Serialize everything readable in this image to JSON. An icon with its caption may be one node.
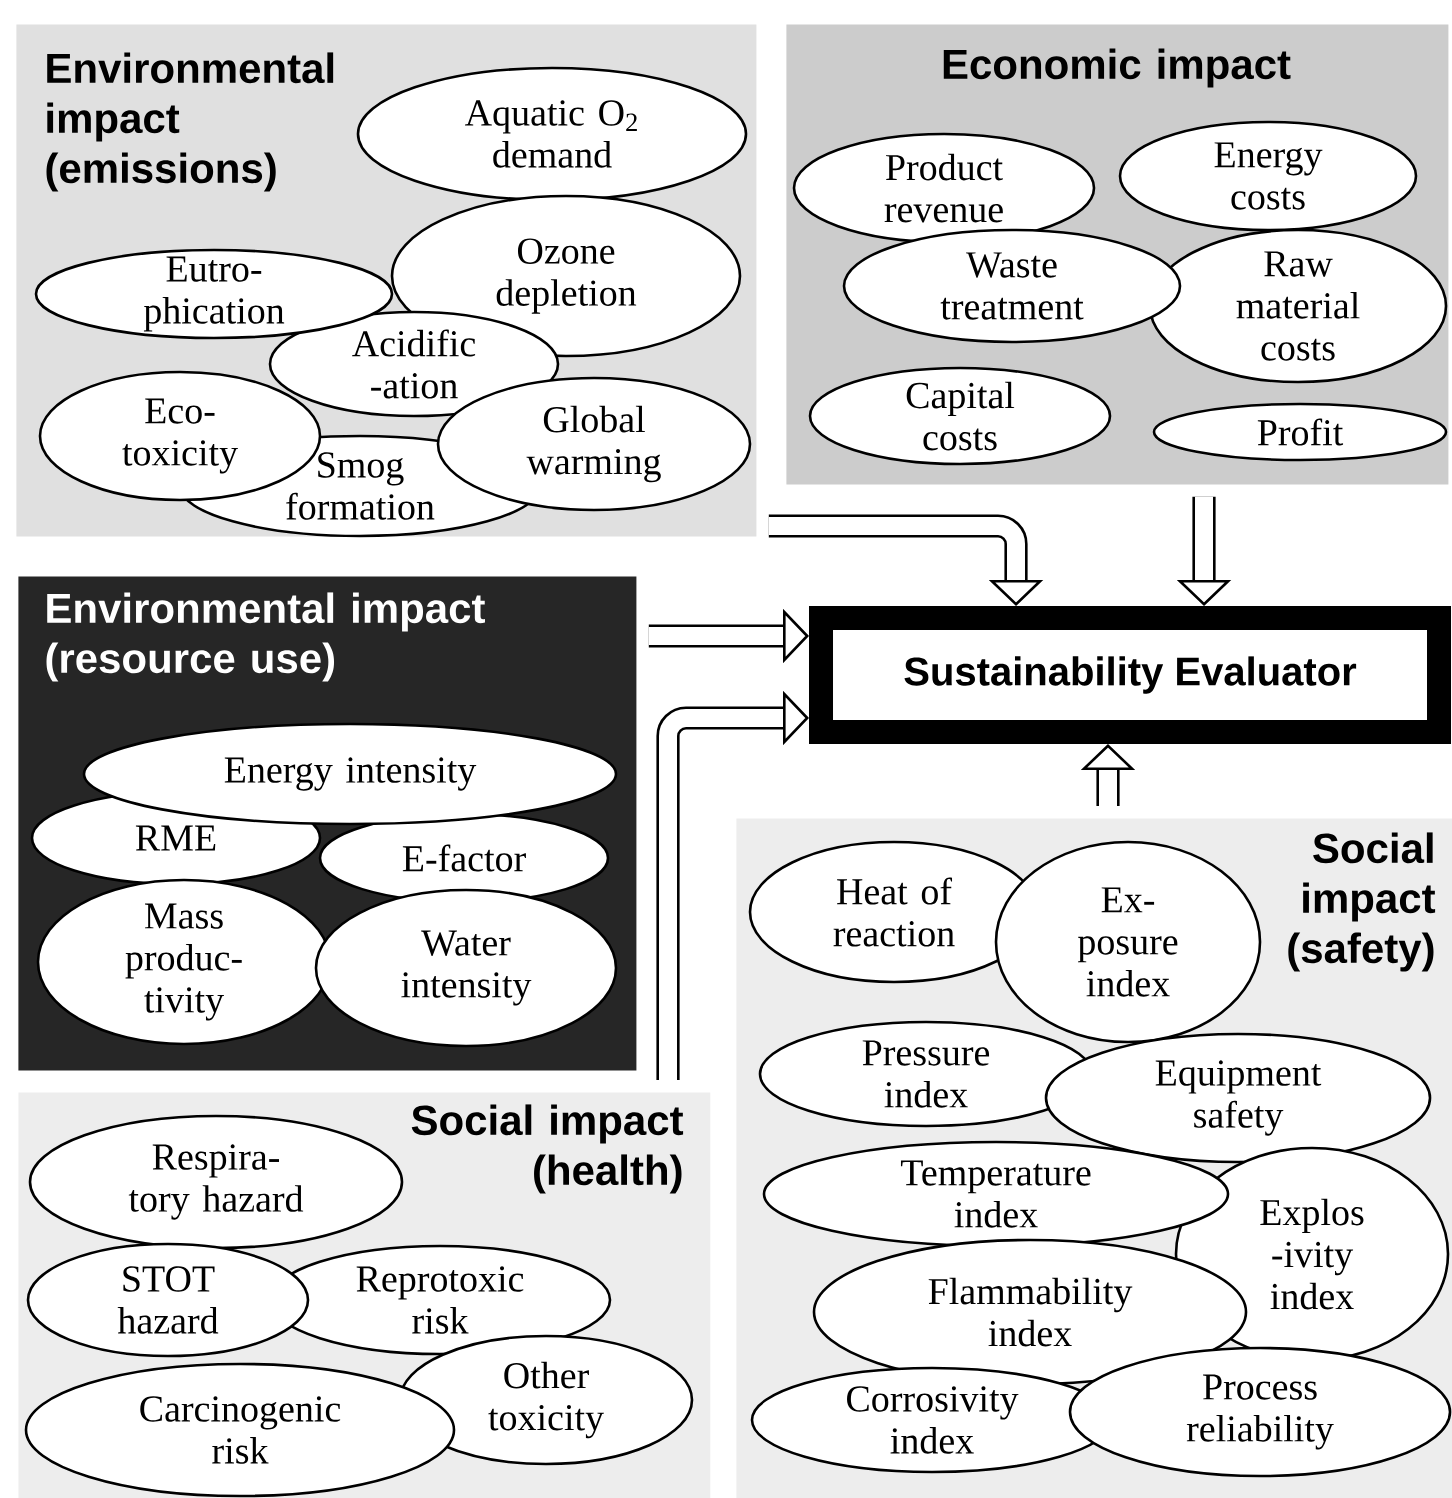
{
  "diagram": {
    "nodes": [
      {
        "text": [
          "Environmental impact (emissions)"
        ]
      },
      {
        "text": [
          "Aquatic O$_{2}$ demand"
        ],
        "in": 0
      },
      {
        "text": [
          "Eutro- phication"
        ],
        "in": 0
      },
      {
        "text": [
          "Ozone depletion"
        ],
        "in": 0
      },
      {
        "text": [
          "Acidific -ation"
        ],
        "in": 0
      },
      {
        "text": [
          "Eco- toxicity"
        ],
        "in": 0
      },
      {
        "text": [
          "Global warming"
        ],
        "in": 0
      },
      {
        "text": [
          "Smog formation"
        ],
        "in": 0
      },
      {
        "text": [
          "Economic impact"
        ]
      },
      {
        "text": [
          "Product revenue"
        ],
        "in": 8
      },
      {
        "text": [
          "Energy costs"
        ],
        "in": 8
      },
      {
        "text": [
          "Waste treatment"
        ],
        "in": 8
      },
      {
        "text": [
          "Raw material costs"
        ],
        "in": 8
      },
      {
        "text": [
          "Capital costs"
        ],
        "in": 8
      },
      {
        "text": [
          "Profit"
        ],
        "in": 8
      },
      {
        "text": [
          "Environmental impact (resource use)"
        ]
      },
      {
        "text": [
          "Energy intensity"
        ],
        "in": 15
      },
      {
        "text": [
          "RME"
        ],
        "in": 15
      },
      {
        "text": [
          "E-factor"
        ],
        "in": 15
      },
      {
        "text": [
          "Mass produc- tivity"
        ],
        "in": 15
      },
      {
        "text": [
          "Water intensity"
        ],
        "in": 15
      },
      {
        "text": [
          "Sustainability Evaluator"
        ]
      },
      {
        "text": [
          "Social impact (safety)"
        ]
      },
      {
        "text": [
          "Heat of reaction"
        ],
        "in": 22
      },
      {
        "text": [
          "Ex- posure index"
        ],
        "in": 22
      },
      {
        "text": [
          "Pressure index"
        ],
        "in": 22
      },
      {
        "text": [
          "Equipment safety"
        ],
        "in": 22
      },
      {
        "text": [
          "Temperature index"
        ],
        "in": 22
      },
      {
        "text": [
          "Explos -ivity index"
        ],
        "in": 22
      },
      {
        "text": [
          "Flammability index"
        ],
        "in": 22
      },
      {
        "text": [
          "Corrosivity index"
        ],
        "in": 22
      },
      {
        "text": [
          "Process reliability"
        ],
        "in": 22
      },
      {
        "text": [
          "Social impact (health)"
        ]
      },
      {
        "text": [
          "Respira- tory hazard"
        ],
        "in": 32
      },
      {
        "text": [
          "STOT hazard"
        ],
        "in": 32
      },
      {
        "text": [
          "Reprotoxic risk"
        ],
        "in": 32
      },
      {
        "text": [
          "Other toxicity"
        ],
        "in": 32
      },
      {
        "text": [
          "Carcinogenic risk"
        ],
        "in": 32
      }
    ],
    "edges": [
      {
        "from": 0,
        "to": 21,
        "arrow": "to"
      },
      {
        "from": 8,
        "to": 21,
        "arrow": "to"
      },
      {
        "from": 15,
        "to": 21,
        "arrow": "to"
      },
      {
        "from": 32,
        "to": 21,
        "arrow": "to"
      },
      {
        "from": 22,
        "to": 21,
        "arrow": "to"
      }
    ]
  }
}
